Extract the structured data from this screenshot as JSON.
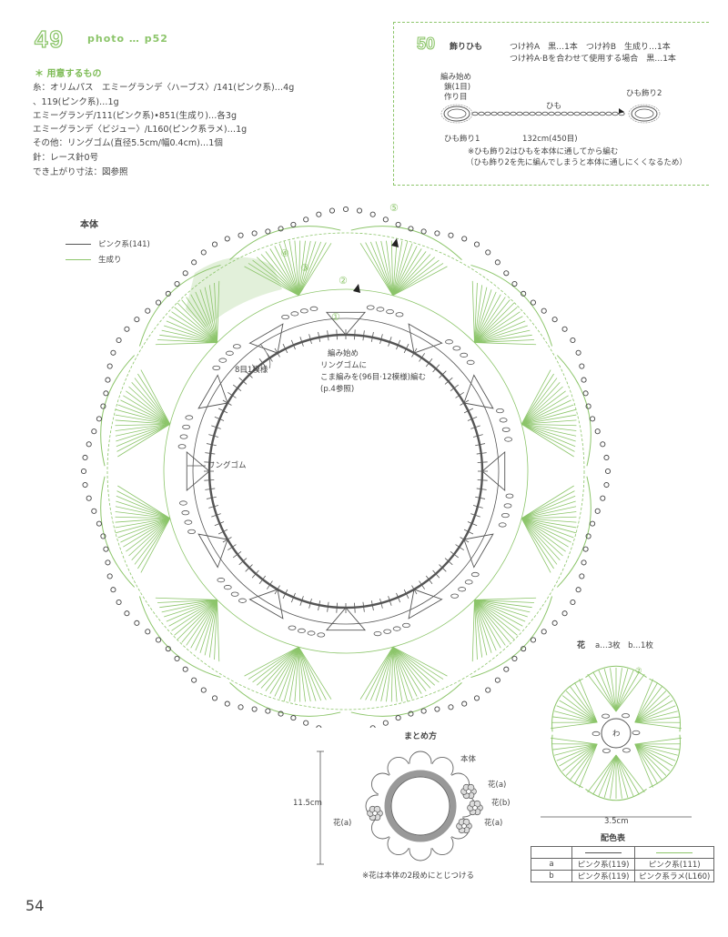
{
  "header": {
    "number": "49",
    "photo_ref": "photo … p52"
  },
  "materials": {
    "heading": "＊ 用意するもの",
    "line1": "糸：オリムパス　エミーグランデ〈ハーブス〉/141(ピンク系)…4g",
    "line2": "、119(ピンク系)…1g",
    "line3": "エミーグランデ/111(ピンク系)•851(生成り)…各3g",
    "line4": "エミーグランデ〈ビジュー〉/L160(ピンク系ラメ)…1g",
    "line5": "その他：リングゴム(直径5.5cm/幅0.4cm)…1個",
    "line6": "針：レース針0号",
    "line7": "でき上がり寸法：図参照"
  },
  "cord": {
    "number": "50",
    "title": "飾りひも",
    "spec1": "つけ衿A　黒…1本　つけ衿B　生成り…1本",
    "spec2": "つけ衿A·Bを合わせて使用する場合　黒…1本",
    "start_label_1": "編み始め",
    "start_label_2": "鎖(1目)",
    "start_label_3": "作り目",
    "himo_label": "ひも",
    "length_label": "132cm(450目)",
    "deco1_label": "ひも飾り1",
    "deco2_label": "ひも飾り2",
    "note1": "※ひも飾り2はひもを本体に通してから編む",
    "note2": "（ひも飾り2を先に編んでしまうと本体に通しにくくなるため）"
  },
  "body_chart": {
    "title": "本体",
    "legend_pink": "ピンク系(141)",
    "legend_ecru": "生成り",
    "rows": [
      "①",
      "②",
      "③",
      "④",
      "⑤"
    ],
    "repeat_label": "8目1模様",
    "start_1": "編み始め",
    "start_2": "リングゴムに",
    "start_3": "こま編みを(96目·12模様)編む",
    "start_4": "(p.4参照)",
    "ring_label": "リングゴム"
  },
  "assembly": {
    "title": "まとめ方",
    "body_label": "本体",
    "flower_a1": "花(a)",
    "flower_b": "花(b)",
    "flower_a2": "花(a)",
    "flower_a3": "花(a)",
    "height": "11.5cm",
    "note": "※花は本体の2段めにとじつける"
  },
  "flower": {
    "title": "花",
    "qty": "a…3枚　b…1枚",
    "center": "わ",
    "row": "②",
    "size": "3.5cm"
  },
  "color_table": {
    "title": "配色表",
    "rows": [
      {
        "key": "a",
        "c1": "ピンク系(119)",
        "c2": "ピンク系(111)"
      },
      {
        "key": "b",
        "c1": "ピンク系(119)",
        "c2": "ピンク系ラメ(L160)"
      }
    ],
    "colors": {
      "pink": "#555555",
      "ecru": "#8cc56a"
    }
  },
  "page_number": "54"
}
